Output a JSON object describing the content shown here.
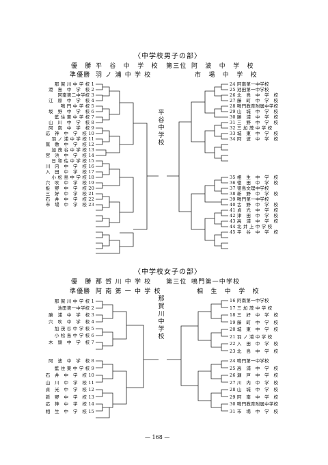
{
  "boys": {
    "heading": "〈中学校男子の部〉",
    "winner_label": "優　勝",
    "winner": "平　谷　中　学　校",
    "runner_label": "準優勝",
    "runner": "羽 ノ 浦 中 学 校",
    "third_label": "第三位",
    "third_1": "阿　波　中　学　校",
    "third_2": "市　場　中　学　校",
    "champion_vertical": "平谷中学校",
    "left_teams": [
      "那 賀 川 中 学 校 1",
      "港　島　中　学　校 2",
      "阿南第二中学校 3",
      "江　原　中　学　校 4",
      "鳴 門 中 学 校 5",
      "坂　野　中　学　校 6",
      "藍 住 東 中 学 校 7",
      "山　川　中　学　校 8",
      "阿　南　中　学　校 9",
      "応　神　中　学　校 10",
      "羽 ノ 浦 中 学 校 11",
      "鷲　敷　中　学　校 12",
      "加 茂 谷 中 学 校 13",
      "宮　浜　中　学　校 14",
      "日 和 佐 中 学 校 15",
      "川　内　中　学　校 16",
      "入　田　中　学　校 17",
      "小 松 島 中 学 校 18",
      "穴　吹　中　学　校 19",
      "板　野　中　学　校 20",
      "三　好　中　学　校 21",
      "石　井　中　学　校 22",
      "市　場　中　学　校 23"
    ],
    "right_teams": [
      "24 阿南第一中学校",
      "25 池田第一中学校",
      "26 北　島　中　学　校",
      "27 藤　町　中　学　校",
      "28 鳴門教育附属中学校",
      "29 山　城　中　学　校",
      "30 勝　浦　中　学　校",
      "31 三　野　中　学　校",
      "32 三 加 茂 中 学 校",
      "33 城　東　中　学　校",
      "34 阿　波　中　学　校",
      "35 相　生　中　学　校",
      "36 徳　田　中　学　校",
      "37 徳島文理中学校",
      "38 新　野　中　学　校",
      "39 鳴門第一中学校",
      "40 古　野　中　学　校",
      "41 貞　光　中　学　校",
      "42 津　田　中　学　校",
      "43 高　浦　中　学　校",
      "44 北 井 上 中 学 校",
      "45 平　谷　中　学　校"
    ]
  },
  "girls": {
    "heading": "〈中学校女子の部〉",
    "winner_label": "優　勝",
    "winner": "那 賀 川 中 学 校",
    "runner_label": "準優勝",
    "runner": "阿 南 第 一 中 学 校",
    "third_label": "第三位",
    "third_1": "鳴門第一中学校",
    "third_2": "相　生　中　学　校",
    "champion_vertical": "那賀川中学校",
    "left_teams": [
      "那 賀 川 中 学 校 1",
      "池田第一中学校 2",
      "勝　浦　中　学　校 3",
      "穴　吹　中　学　校 4",
      "加 茂 谷 中 学 校 5",
      "小 松 島 中 学 校 6",
      "木　頭　中　学　校 7",
      "阿　波　中　学　校 8",
      "藍 住 東 中 学 校 9",
      "石　井　中　学　校 10",
      "山　川　中　学　校 11",
      "貞　光　中　学　校 12",
      "新　野　中　学　校 13",
      "応　神　中　学　校 14",
      "相　生　中　学　校 15"
    ],
    "right_teams": [
      "16 阿南第一中学校",
      "17 三 加 茂 中 学 校",
      "18 三　好　中　学　校",
      "19 藤　町　中　学　校",
      "20 城　東　中　学　校",
      "21 羽 ノ 浦 中 学 校",
      "22 入　田　中　学　校",
      "23 北　島　中　学　校",
      "24 鳴門第一中学校",
      "25 高　浦　中　学　校",
      "26 瀬　戸　中　学　校",
      "27 川　内　中　学　校",
      "28 山　城　中　学　校",
      "29 阿　南　中　学　校",
      "30 鳴門教育附属中学校",
      "31 市　場　中　学　校"
    ]
  },
  "page_number": "— 168 —"
}
